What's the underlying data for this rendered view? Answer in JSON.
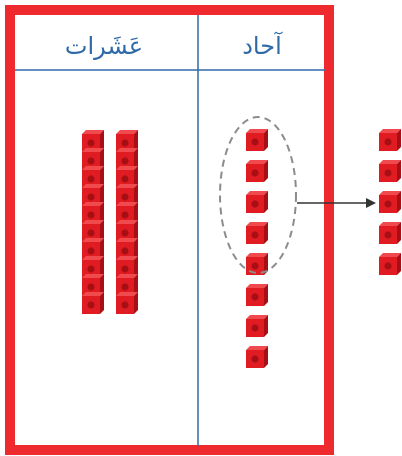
{
  "table": {
    "headers": [
      {
        "label": "عَشَرات"
      },
      {
        "label": "آحاد"
      }
    ]
  },
  "colors": {
    "frame": "#ee2a2e",
    "divider": "#2f6aa8",
    "cube": "#e01c22",
    "cube_dark": "#a80f14",
    "ellipse": "#8c8c8c",
    "arrow": "#333333"
  },
  "content": {
    "tens_rods": 2,
    "cubes_per_rod": 10,
    "ones_cubes": 8,
    "grouped_ones": 5,
    "moved_cubes": 5
  }
}
